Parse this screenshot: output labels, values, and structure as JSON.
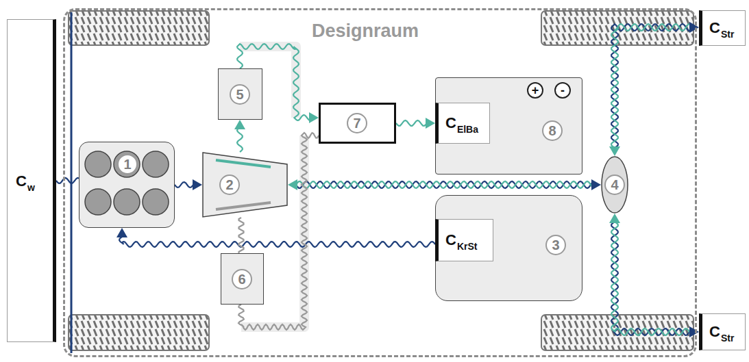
{
  "diagram": {
    "nodes": [
      {
        "text": [
          "Designraum"
        ]
      },
      {
        "text": [
          "C",
          "w"
        ]
      },
      {
        "text": [
          "1"
        ],
        "in": 0
      },
      {
        "text": [
          "2"
        ],
        "in": 0
      },
      {
        "text": [
          "5"
        ],
        "in": 0
      },
      {
        "text": [
          "6"
        ],
        "in": 0
      },
      {
        "text": [
          "7"
        ],
        "in": 0
      },
      {
        "text": [
          "8",
          "+",
          "-"
        ],
        "in": 0
      },
      {
        "text": [
          "C",
          "ElBa"
        ],
        "in": 7
      },
      {
        "text": [
          "3"
        ],
        "in": 0
      },
      {
        "text": [
          "C",
          "KrSt"
        ],
        "in": 9
      },
      {
        "text": [
          "4"
        ],
        "in": 0
      },
      {
        "text": [
          "C",
          "Str"
        ]
      },
      {
        "text": [
          "C",
          "Str"
        ]
      }
    ],
    "edges": [
      {
        "from": 1,
        "to": 2,
        "arrow": "none"
      },
      {
        "from": 2,
        "to": 3,
        "arrow": "to"
      },
      {
        "from": 3,
        "to": 11,
        "arrow": "both"
      },
      {
        "from": 10,
        "to": 2,
        "arrow": "to"
      },
      {
        "from": 3,
        "to": 4,
        "arrow": "to"
      },
      {
        "from": 4,
        "to": 6,
        "arrow": "to"
      },
      {
        "from": 6,
        "to": 8,
        "arrow": "to"
      },
      {
        "from": 3,
        "to": 5,
        "arrow": "none"
      },
      {
        "from": 5,
        "to": 6,
        "arrow": "none"
      },
      {
        "from": 11,
        "to": 12,
        "arrow": "both"
      },
      {
        "from": 11,
        "to": 13,
        "arrow": "both"
      }
    ]
  }
}
